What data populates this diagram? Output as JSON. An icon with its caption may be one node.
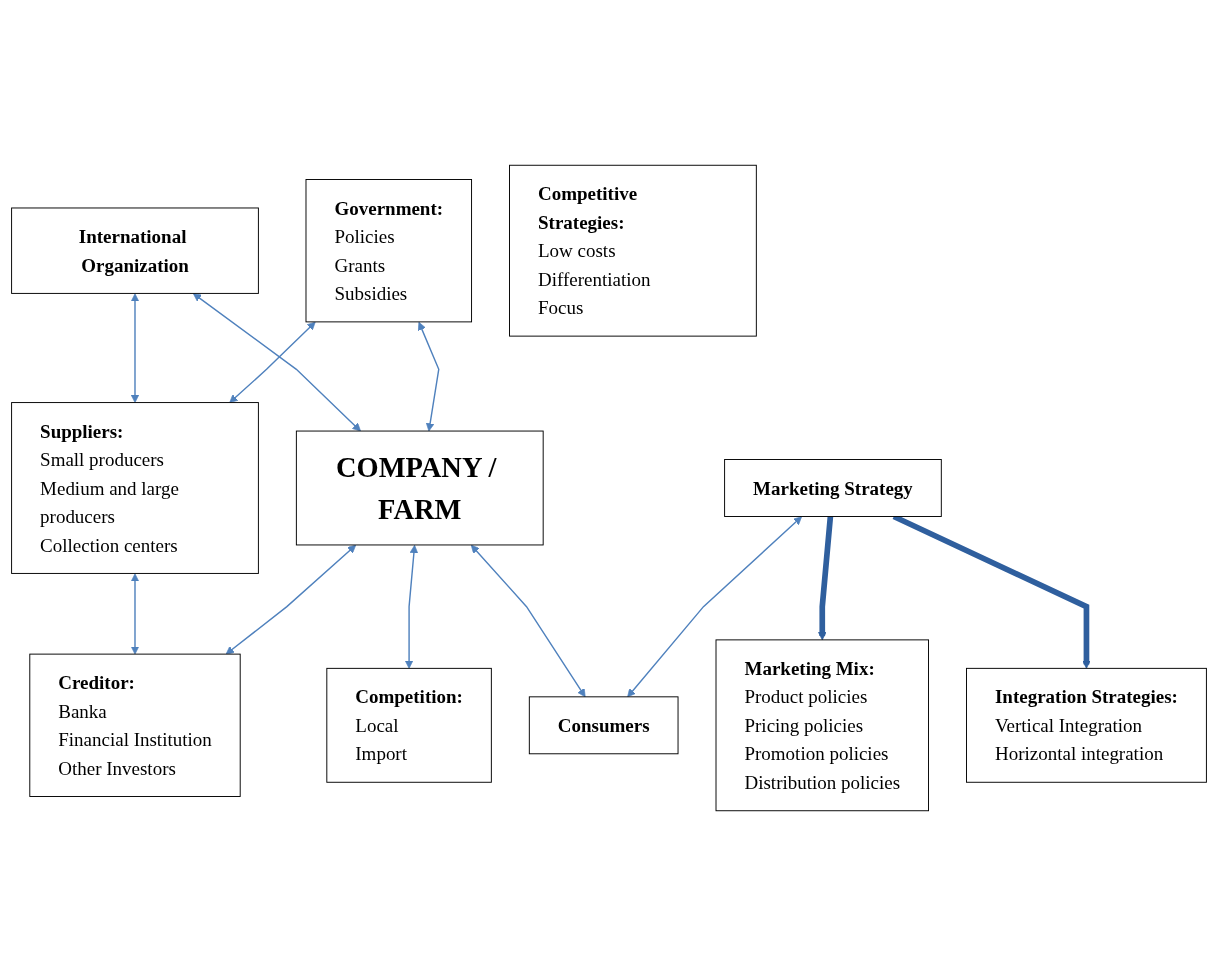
{
  "diagram": {
    "nodes": [
      {
        "text": [
          "International Organization"
        ]
      },
      {
        "text": [
          "Government:",
          "Policies",
          "Grants",
          "Subsidies"
        ]
      },
      {
        "text": [
          "Marketing Mix:",
          "Product policies",
          "Pricing policies",
          "Promotion policies",
          "Distribution policies"
        ]
      },
      {
        "text": [
          "Suppliers:",
          "Small producers",
          "Medium and large producers",
          "Collection centers"
        ]
      },
      {
        "text": [
          "COMPANY / FARM"
        ]
      },
      {
        "text": [
          "Marketing Strategy"
        ]
      },
      {
        "text": [
          "Competitive Strategies:",
          "Low costs",
          "Differentiation",
          "Focus"
        ]
      },
      {
        "text": [
          "Integration Strategies:",
          "Vertical Integration",
          "Horizontal integration"
        ]
      },
      {
        "text": [
          "Creditor:",
          "Banka",
          "Financial Institution",
          "Other Investors"
        ]
      },
      {
        "text": [
          "Competition:",
          "Local",
          "Import"
        ]
      },
      {
        "text": [
          "Consumers"
        ]
      }
    ],
    "edges": [
      {
        "from": 0,
        "to": 3,
        "arrow": "both"
      },
      {
        "from": 0,
        "to": 4,
        "arrow": "both"
      },
      {
        "from": 1,
        "to": 3,
        "arrow": "both"
      },
      {
        "from": 1,
        "to": 4,
        "arrow": "both"
      },
      {
        "from": 3,
        "to": 8,
        "arrow": "both"
      },
      {
        "from": 4,
        "to": 8,
        "arrow": "both"
      },
      {
        "from": 4,
        "to": 9,
        "arrow": "both"
      },
      {
        "from": 4,
        "to": 10,
        "arrow": "both"
      },
      {
        "from": 5,
        "to": 10,
        "arrow": "both"
      },
      {
        "from": 5,
        "to": 2,
        "arrow": "to",
        "style": "thick"
      },
      {
        "from": 5,
        "to": 7,
        "arrow": "to",
        "style": "thick"
      }
    ]
  }
}
